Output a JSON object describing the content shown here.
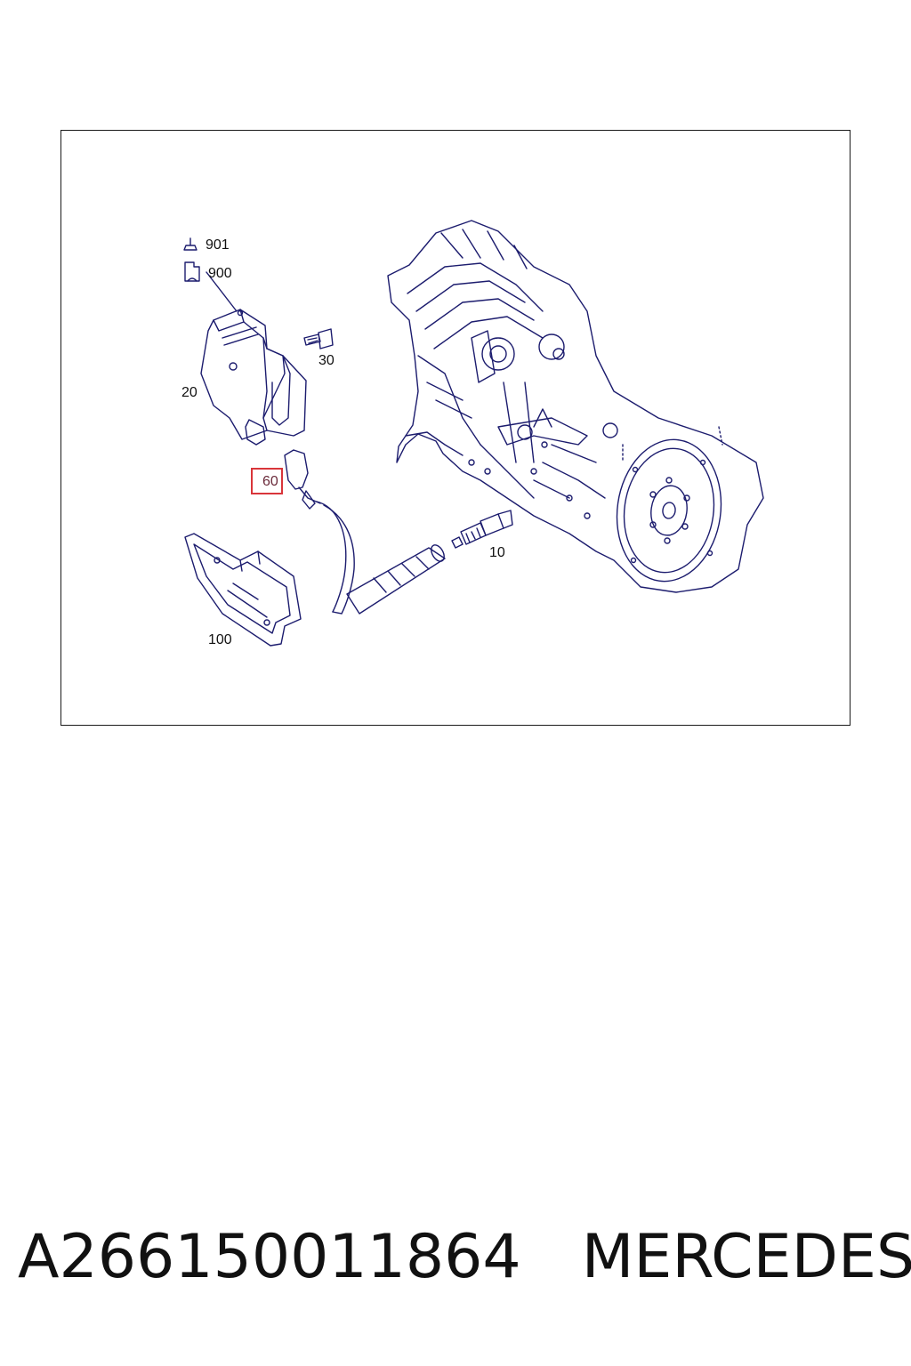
{
  "diagram": {
    "callouts": {
      "c901": "901",
      "c900": "900",
      "c30": "30",
      "c20": "20",
      "c60": "60",
      "c10": "10",
      "c100": "100"
    },
    "highlight_color": "#d9353a",
    "line_color": "#1c1c6e"
  },
  "caption": {
    "part_number": "A266150011864",
    "brand": "MERCEDES"
  }
}
